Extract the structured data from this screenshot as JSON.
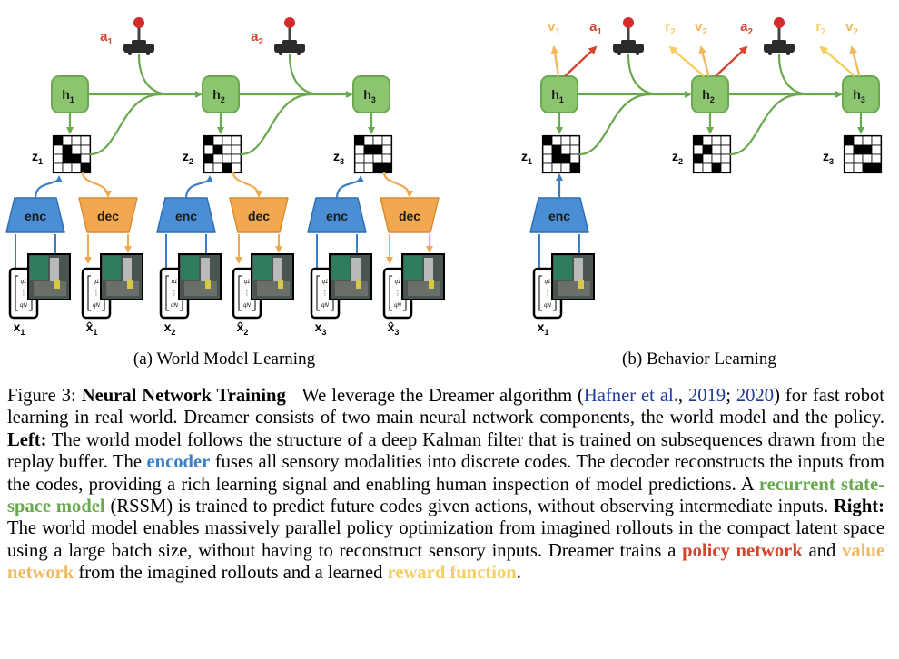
{
  "figure": {
    "panel_a": {
      "subcaption": "(a) World Model Learning",
      "steps": [
        {
          "action": "a",
          "action_sub": "1",
          "hidden": "h",
          "hidden_sub": "1",
          "latent": "z",
          "latent_sub": "1",
          "obs": "x",
          "obs_sub": "1",
          "recon": "x̂",
          "recon_sub": "1"
        },
        {
          "action": "a",
          "action_sub": "2",
          "hidden": "h",
          "hidden_sub": "2",
          "latent": "z",
          "latent_sub": "2",
          "obs": "x",
          "obs_sub": "2",
          "recon": "x̂",
          "recon_sub": "2"
        },
        {
          "hidden": "h",
          "hidden_sub": "3",
          "latent": "z",
          "latent_sub": "3",
          "obs": "x",
          "obs_sub": "3",
          "recon": "x̂",
          "recon_sub": "3"
        }
      ],
      "encoder_label": "enc",
      "decoder_label": "dec",
      "vector_labels": [
        "q1",
        "⋮",
        "qN"
      ]
    },
    "panel_b": {
      "subcaption": "(b) Behavior Learning",
      "steps": [
        {
          "hidden": "h",
          "hidden_sub": "1",
          "latent": "z",
          "latent_sub": "1",
          "outputs": [
            {
              "t": "v",
              "s": "1"
            },
            {
              "t": "a",
              "s": "1"
            }
          ]
        },
        {
          "hidden": "h",
          "hidden_sub": "2",
          "latent": "z",
          "latent_sub": "2",
          "outputs": [
            {
              "t": "r",
              "s": "2"
            },
            {
              "t": "v",
              "s": "2"
            },
            {
              "t": "a",
              "s": "2"
            }
          ]
        },
        {
          "hidden": "h",
          "hidden_sub": "3",
          "latent": "z",
          "latent_sub": "3",
          "outputs": [
            {
              "t": "r",
              "s": "2"
            },
            {
              "t": "v",
              "s": "2"
            }
          ]
        }
      ],
      "encoder_label": "enc",
      "obs": "x",
      "obs_sub": "1"
    },
    "colors": {
      "rssm_green": "#8cc56f",
      "rssm_stroke": "#6aa84f",
      "encoder_blue": "#4a8fd6",
      "decoder_orange": "#f2a84e",
      "policy_red": "#d2452f",
      "value_orange": "#f0b860",
      "reward_yellow": "#f5cd60"
    }
  },
  "caption": {
    "figure_label": "Figure 3:",
    "title": "Neural Network Training",
    "t1": "We leverage the Dreamer algorithm (",
    "cite1": "Hafner et al.",
    "t2": ", ",
    "cite2": "2019",
    "t3": "; ",
    "cite3": "2020",
    "t4": ") for fast robot learning in real world. Dreamer consists of two main neural network components, the world model and the policy. ",
    "left_label": "Left:",
    "t5": " The world model follows the structure of a deep Kalman filter that is trained on subsequences drawn from the replay buffer. The ",
    "encoder_word": "encoder",
    "t6": " fuses all sensory modalities into discrete codes. The decoder reconstructs the inputs from the codes, providing a rich learning signal and enabling human inspection of model predictions. A ",
    "rssm_word": "recurrent state-space model",
    "t7": " (RSSM) is trained to predict future codes given actions, without observing intermediate inputs. ",
    "right_label": "Right:",
    "t8": " The world model enables massively parallel policy optimization from imagined rollouts in the compact latent space using a large batch size, without having to reconstruct sensory inputs. Dreamer trains a ",
    "policy_word": "policy network",
    "t9": " and ",
    "value_word": "value network",
    "t10": " from the imagined rollouts and a learned ",
    "reward_word": "reward function",
    "t11": "."
  }
}
